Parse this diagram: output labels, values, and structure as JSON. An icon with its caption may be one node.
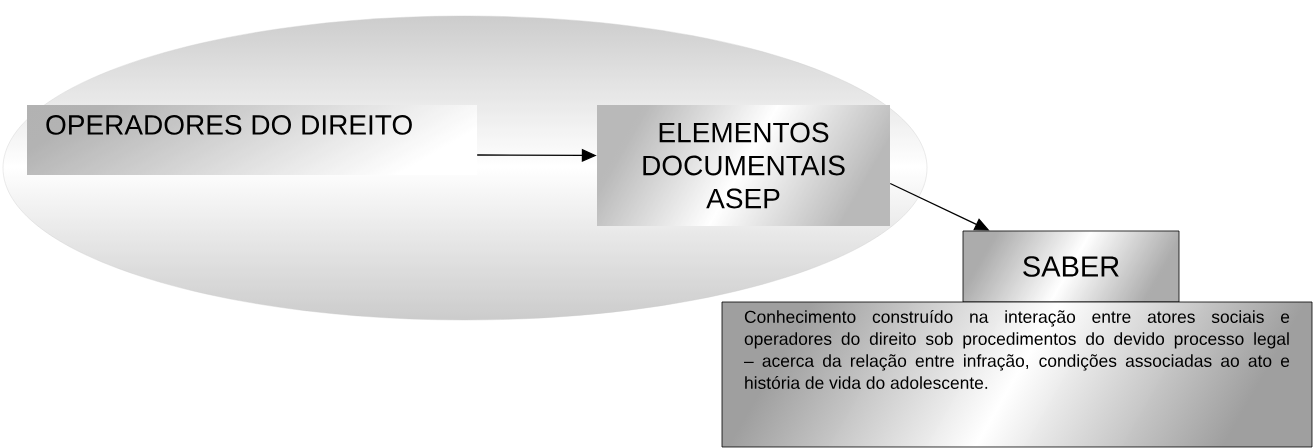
{
  "diagram": {
    "nodes": [
      {
        "text": [],
        "shape": "ellipse"
      },
      {
        "text": [
          "OPERADORES DO DIREITO"
        ],
        "in": 0
      },
      {
        "text": [
          "ELEMENTOS DOCUMENTAIS ASEP"
        ],
        "in": 0
      },
      {
        "text": [
          "SABER"
        ]
      },
      {
        "text": [
          "Conhecimento construído na interação entre atores sociais e operadores do direito sob procedimentos do devido processo legal – acerca da relação entre infração, condições associadas ao ato e história de vida do adolescente."
        ]
      }
    ],
    "edges": [
      {
        "from": 1,
        "to": 2,
        "arrow": "to"
      },
      {
        "from": 2,
        "to": 3,
        "arrow": "to"
      }
    ]
  }
}
